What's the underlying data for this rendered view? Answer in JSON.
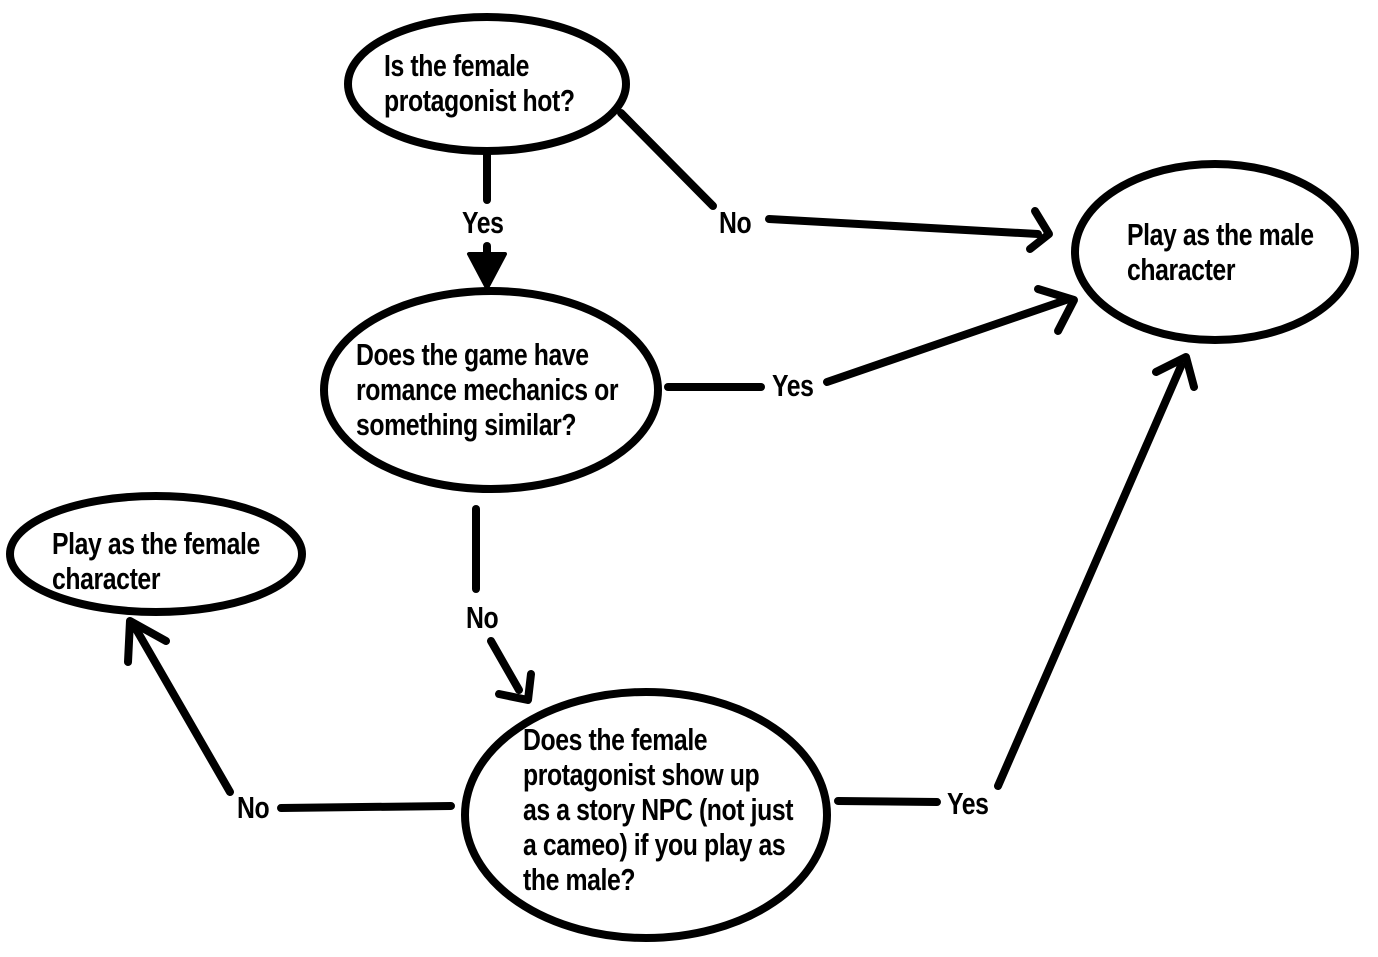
{
  "diagram_type": "flowchart",
  "colors": {
    "ink": "#000000",
    "background": "#ffffff"
  },
  "nodes": {
    "question_hot": {
      "lines": [
        "Is the female",
        "protagonist hot?"
      ]
    },
    "question_romance": {
      "lines": [
        "Does the game have",
        "romance mechanics or",
        "something similar?"
      ]
    },
    "question_npc": {
      "lines": [
        "Does the female",
        "protagonist show up",
        "as a story NPC (not just",
        "a cameo) if you play as",
        "the male?"
      ]
    },
    "play_female": {
      "lines": [
        "Play as the female",
        "character"
      ]
    },
    "play_male": {
      "lines": [
        "Play as the male",
        "character"
      ]
    }
  },
  "edge_labels": {
    "hot_yes": "Yes",
    "hot_no": "No",
    "romance_yes": "Yes",
    "romance_no": "No",
    "npc_no": "No",
    "npc_yes": "Yes"
  }
}
